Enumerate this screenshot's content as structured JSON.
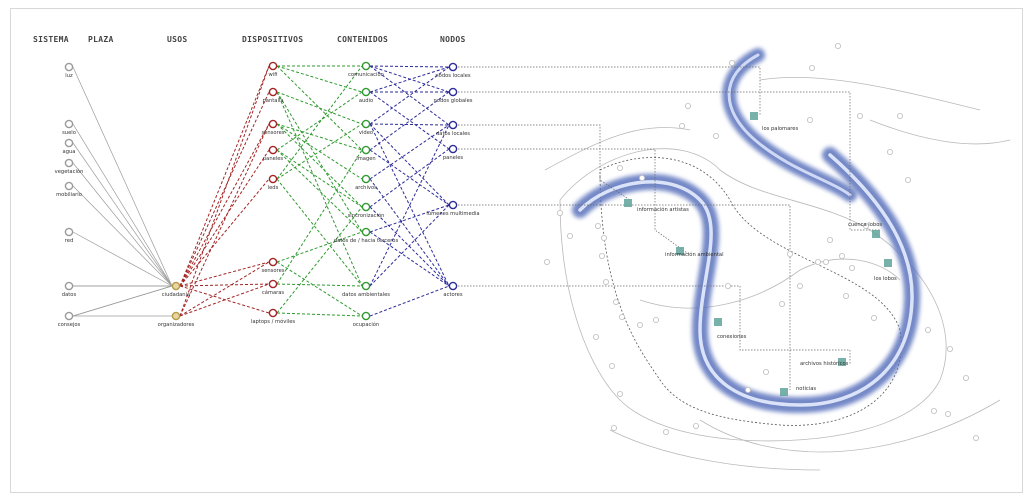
{
  "headers": [
    "SISTEMA",
    "PLAZA",
    "USOS",
    "DISPOSITIVOS",
    "CONTENIDOS",
    "NODOS"
  ],
  "columns": {
    "plaza": [
      "luz",
      "suelo",
      "agua",
      "vegetación",
      "mobiliario",
      "red",
      "datos",
      "consejos"
    ],
    "usos": [
      "ciudadanía",
      "organizadores"
    ],
    "dispositivos": [
      "wifi",
      "pantalla",
      "sensores",
      "paneles",
      "leds",
      "sensores",
      "cámaras",
      "laptops / móviles"
    ],
    "contenidos": [
      "comunicación",
      "audio",
      "video",
      "imagen",
      "archivos",
      "sincronización",
      "datos de / hacia terceros",
      "datos ambientales",
      "ocupación"
    ],
    "nodos": [
      "nodos locales",
      "nodos globales",
      "datos locales",
      "paneles",
      "lumenes multimedia",
      "actores"
    ]
  },
  "map_labels": {
    "los_palomos": "los palomares",
    "informacion_artistas": "información artistas",
    "informacion_ambiental": "información ambiental",
    "cuenca_lobos": "cuenca lobos",
    "los_lobos": "los lobos",
    "conexiones": "conexiones",
    "archivos_historicos": "archivos históricos",
    "noticias": "noticias"
  },
  "colors": {
    "gray": "#9a9a9a",
    "red": "#a32424",
    "green": "#2f9a2f",
    "blue": "#2b2b9a",
    "river": "#6f86c6",
    "node_fill": "#5fa39a"
  }
}
